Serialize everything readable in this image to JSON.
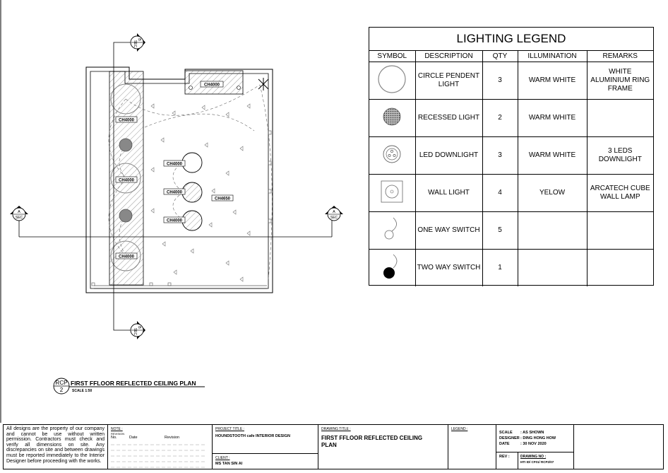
{
  "plan": {
    "title": "FIRST FFLOOR REFLECTED CEILING PLAN",
    "scale": "SCALE 1:50",
    "view_code": "RCP",
    "view_number": "2",
    "height_labels": [
      "CH4000",
      "CH4000",
      "CH4000",
      "CH4000",
      "CH4000",
      "CH4000",
      "CH4000",
      "CH4650"
    ],
    "section_markers": [
      {
        "letter": "B",
        "sec": "SEC"
      },
      {
        "letter": "B",
        "sec": "SEC"
      },
      {
        "letter": "A",
        "sec": "SEC"
      },
      {
        "letter": "A",
        "sec": "SEC"
      }
    ]
  },
  "legend": {
    "title": "LIGHTING LEGEND",
    "columns": [
      "SYMBOL",
      "DESCRIPTION",
      "QTY",
      "ILLUMINATION",
      "REMARKS"
    ],
    "rows": [
      {
        "symbol": "circle-pendent-light-icon",
        "description": "CIRCLE PENDENT LIGHT",
        "qty": "3",
        "illumination": "WARM WHITE",
        "remarks": "WHITE ALUMINIUM RING FRAME"
      },
      {
        "symbol": "recessed-light-icon",
        "description": "RECESSED LIGHT",
        "qty": "2",
        "illumination": "WARM WHITE",
        "remarks": ""
      },
      {
        "symbol": "led-downlight-icon",
        "description": "LED DOWNLIGHT",
        "qty": "3",
        "illumination": "WARM WHITE",
        "remarks": "3 LEDS DOWNLIGHT"
      },
      {
        "symbol": "wall-light-icon",
        "description": "WALL LIGHT",
        "qty": "4",
        "illumination": "YELOW",
        "remarks": "ARCATECH CUBE WALL LAMP"
      },
      {
        "symbol": "one-way-switch-icon",
        "description": "ONE WAY SWITCH",
        "qty": "5",
        "illumination": "",
        "remarks": ""
      },
      {
        "symbol": "two-way-switch-icon",
        "description": "TWO WAY SWITCH",
        "qty": "1",
        "illumination": "",
        "remarks": ""
      }
    ]
  },
  "title_block": {
    "disclaimer": "All designs are the property of our company and cannot be use without written permission. Contractors must check and verify all dimensions on site. Any discrepancies on site and between drawings must be reported immediately to the Interior Designer before proceeding with the works.",
    "note_label": "NOTE :",
    "revision_label": "REVISION",
    "rev_no_label": "No.",
    "rev_date_label": "Date",
    "rev_revision_label": "Revision",
    "project_title_label": "PROJECT TITLE :",
    "project_title": "HOUNDSTOOTH cafe INTERIOR DESIGN",
    "client_label": "CLIENT :",
    "client": "MS TAN SIN AI",
    "drawing_title_label": "DRAWING TITLE :",
    "drawing_title": "FIRST FFLOOR REFLECTED CEILING PLAN",
    "legend_label": "LEGEND :",
    "scale_label": "SCALE",
    "scale_value": ": AS SHOWN",
    "designer_label": "DESIGNER",
    "designer_value": ": DING HONG HOW",
    "date_label": "DATE",
    "date_value": ": 30 NOV 2020",
    "rev_label": "REV :",
    "drawing_no_label": "DRAWING NO :",
    "drawing_no": "HTI ID/ CF01/ RCP2/07"
  }
}
